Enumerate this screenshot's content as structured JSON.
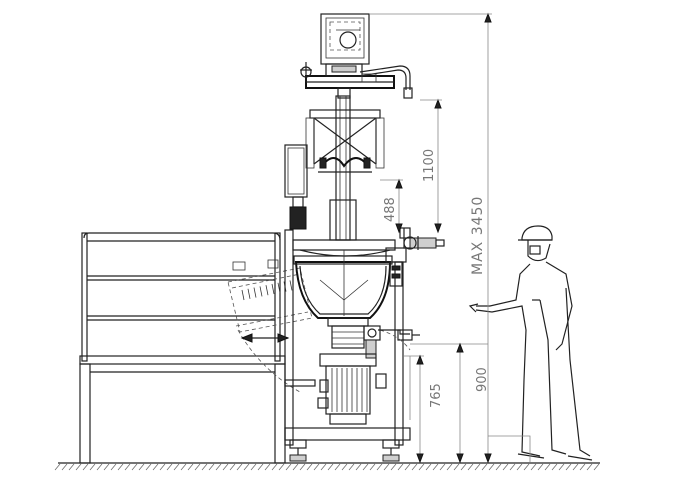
{
  "dimensions": {
    "max_height": "MAX 3450",
    "mast_height": "1100",
    "head_clearance": "488",
    "discharge_height": "900",
    "base_height": "765"
  },
  "colors": {
    "line": "#222222",
    "dimension": "#888888",
    "background": "#ffffff"
  }
}
